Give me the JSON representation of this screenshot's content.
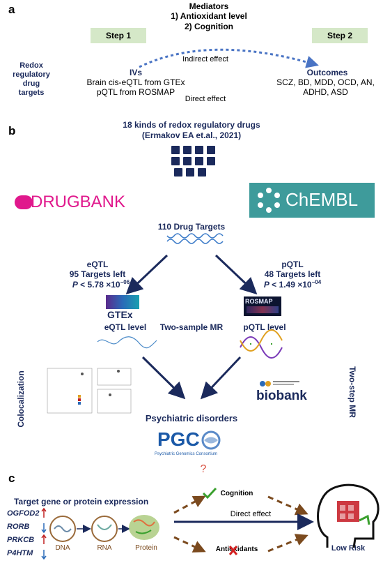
{
  "panel_a": {
    "label": "a",
    "mediators_title": "Mediators",
    "mediator_1": "1)  Antioxidant level",
    "mediator_2": "2)  Cognition",
    "step1": "Step 1",
    "step2": "Step 2",
    "drug_targets_label": "Redox\nregulatory\ndrug\ntargets",
    "ivs_title": "IVs",
    "ivs_line1": "Brain cis-eQTL from GTEx",
    "ivs_line2": "pQTL from ROSMAP",
    "indirect_effect": "Indirect effect",
    "direct_effect": "Direct effect",
    "outcomes_title": "Outcomes",
    "outcomes_line1": "SCZ, BD, MDD, OCD, AN,",
    "outcomes_line2": "ADHD, ASD"
  },
  "panel_b": {
    "label": "b",
    "title_line1": "18 kinds of redox regulatory drugs",
    "title_line2": "(Ermakov EA et.al., 2021)",
    "drugbank_logo": "DRUGBANK",
    "chembl_logo": "ChEMBL",
    "drug_targets": "110 Drug Targets",
    "eqtl_title": "eQTL",
    "eqtl_targets": "95 Targets left",
    "eqtl_p_prefix": "P",
    "eqtl_p_value": " < 5.78 ×10",
    "eqtl_p_exp": "−06",
    "pqtl_title": "pQTL",
    "pqtl_targets": "48 Targets left",
    "pqtl_p_prefix": "P",
    "pqtl_p_value": " < 1.49 ×10",
    "pqtl_p_exp": "−04",
    "gtex_logo": "GTEx",
    "rosmap_logo": "ROSMAP",
    "eqtl_level": "eQTL level",
    "pqtl_level": "pQTL level",
    "two_sample_mr": "Two-sample MR",
    "colocalization": "Colocalization",
    "two_step_mr": "Two-step MR",
    "biobank_logo": "biobank",
    "psychiatric_disorders": "Psychiatric disorders",
    "pgc_logo": "PGC",
    "pgc_full": "Psychiatric Genomics Consortium",
    "question_mark": "?"
  },
  "panel_c": {
    "label": "c",
    "expression_title": "Target gene or protein expression",
    "genes": [
      "OGFOD2",
      "RORB",
      "PRKCB",
      "P4HTM"
    ],
    "dna": "DNA",
    "rna": "RNA",
    "protein": "Protein",
    "cognition": "Cognition",
    "direct_effect": "Direct effect",
    "antioxidants": "Antioxidants",
    "low_risk": "Low Risk"
  },
  "colors": {
    "navy": "#1b2a5c",
    "dashed_blue": "#4a74c4",
    "step_green": "#d5e8c8",
    "drugbank_pink": "#e0188c",
    "chembl_teal": "#3e9b9b",
    "brown_arrow": "#7b4a1e",
    "green_check": "#3aa02e",
    "red_cross": "#d42020",
    "low_risk_red": "#c8232c"
  }
}
